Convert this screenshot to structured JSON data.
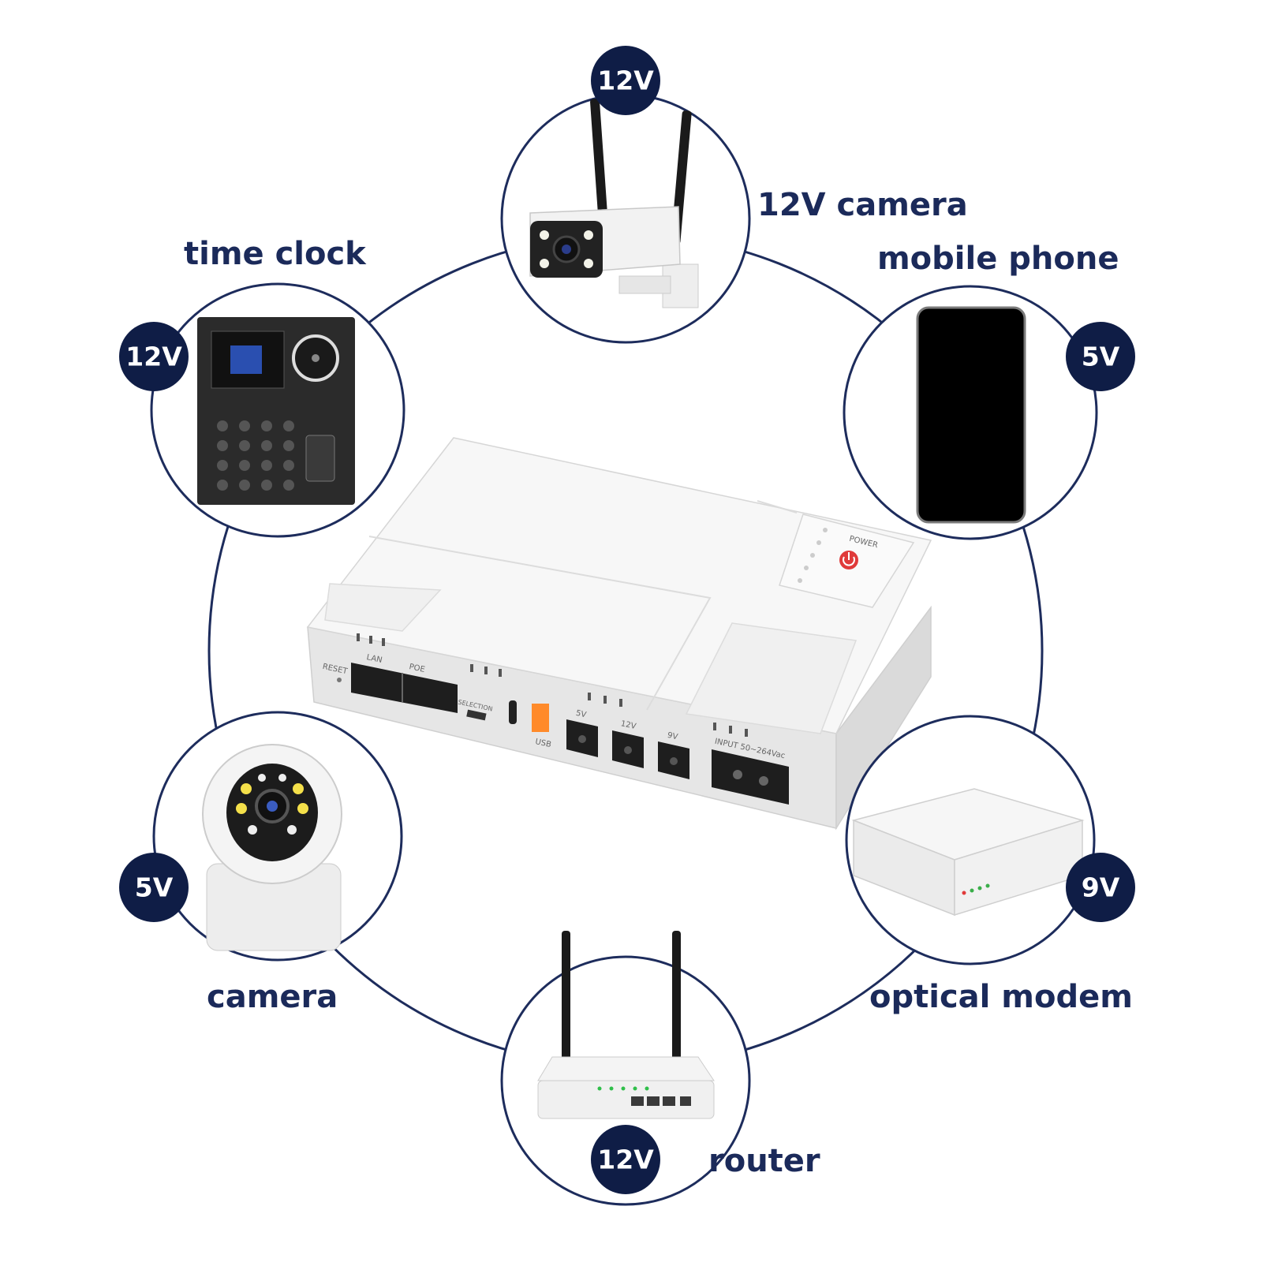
{
  "colors": {
    "navy": "#0f1d46",
    "label_text": "#1b2a5a",
    "ring": "#1d2c5c",
    "device_white": "#efefef",
    "power_red": "#e03a3a"
  },
  "center_device": {
    "port_labels": {
      "reset": "RESET",
      "lan": "LAN",
      "poe": "POE",
      "selection": "SELECTION",
      "usb": "USB",
      "out_5v": "5V",
      "out_12v": "12V",
      "out_9v": "9V",
      "input": "INPUT 50~264Vac"
    },
    "power_label": "POWER"
  },
  "devices": [
    {
      "id": "top",
      "name": "12V camera",
      "voltage": "12V",
      "icon": "bullet-camera-icon"
    },
    {
      "id": "upper-left",
      "name": "time clock",
      "voltage": "12V",
      "icon": "time-clock-icon"
    },
    {
      "id": "upper-right",
      "name": "mobile phone",
      "voltage": "5V",
      "icon": "mobile-phone-icon"
    },
    {
      "id": "lower-left",
      "name": "camera",
      "voltage": "5V",
      "icon": "dome-camera-icon"
    },
    {
      "id": "lower-right",
      "name": "optical modem",
      "voltage": "9V",
      "icon": "optical-modem-icon"
    },
    {
      "id": "bottom",
      "name": "router",
      "voltage": "12V",
      "icon": "router-icon"
    }
  ]
}
